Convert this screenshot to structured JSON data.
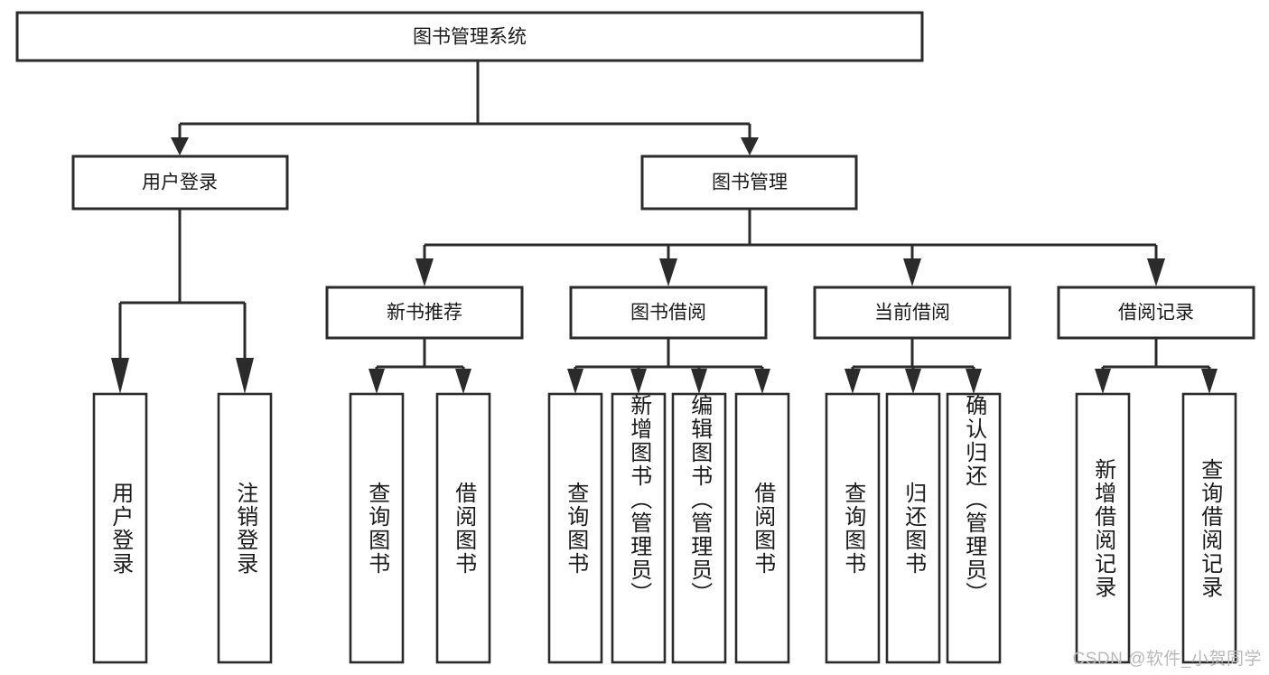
{
  "diagram": {
    "title": "图书管理系统",
    "type": "hierarchy-tree",
    "watermark": "CSDN @软件_小贺同学",
    "root": {
      "label": "图书管理系统"
    },
    "level2": [
      {
        "label": "用户登录"
      },
      {
        "label": "图书管理"
      }
    ],
    "level3": [
      {
        "label": "新书推荐"
      },
      {
        "label": "图书借阅"
      },
      {
        "label": "当前借阅"
      },
      {
        "label": "借阅记录"
      }
    ],
    "leaves": {
      "user_login": [
        {
          "label": "用户登录"
        },
        {
          "label": "注销登录"
        }
      ],
      "new_book_recommend": [
        {
          "label": "查询图书"
        },
        {
          "label": "借阅图书"
        }
      ],
      "book_borrow": [
        {
          "label": "查询图书"
        },
        {
          "label": "新增图书（管理员）"
        },
        {
          "label": "编辑图书（管理员）"
        },
        {
          "label": "借阅图书"
        }
      ],
      "current_borrow": [
        {
          "label": "查询图书"
        },
        {
          "label": "归还图书"
        },
        {
          "label": "确认归还（管理员）"
        }
      ],
      "borrow_record": [
        {
          "label": "新增借阅记录"
        },
        {
          "label": "查询借阅记录"
        }
      ]
    },
    "colors": {
      "stroke": "#2b2b2b",
      "fill": "#ffffff",
      "text": "#1a1a1a",
      "watermark": "#b9b9b9"
    }
  }
}
